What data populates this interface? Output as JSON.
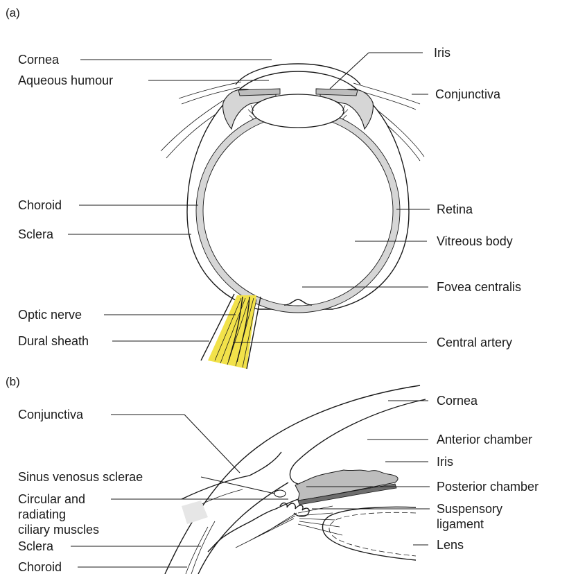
{
  "panel_a": {
    "tag": "(a)",
    "labels": {
      "cornea": "Cornea",
      "aqueous_humour": "Aqueous humour",
      "iris": "Iris",
      "conjunctiva": "Conjunctiva",
      "choroid": "Choroid",
      "sclera": "Sclera",
      "retina": "Retina",
      "vitreous_body": "Vitreous body",
      "fovea_centralis": "Fovea centralis",
      "optic_nerve": "Optic nerve",
      "dural_sheath": "Dural sheath",
      "central_artery": "Central artery"
    }
  },
  "panel_b": {
    "tag": "(b)",
    "labels": {
      "cornea": "Cornea",
      "conjunctiva": "Conjunctiva",
      "anterior_chamber": "Anterior chamber",
      "iris": "Iris",
      "sinus_venosus_sclerae": "Sinus venosus sclerae",
      "posterior_chamber": "Posterior chamber",
      "ciliary_line1": "Circular and",
      "ciliary_line2": "radiating",
      "ciliary_line3": "ciliary muscles",
      "suspensory_line1": "Suspensory",
      "suspensory_line2": "ligament",
      "lens": "Lens",
      "sclera": "Sclera",
      "choroid": "Choroid"
    }
  },
  "colors": {
    "outline": "#1a1a1a",
    "tissue_grey": "#d6d6d6",
    "iris_grey": "#bdbdbd",
    "iris_dark": "#6e6e6e",
    "optic_nerve_yellow": "#f2e24a"
  }
}
